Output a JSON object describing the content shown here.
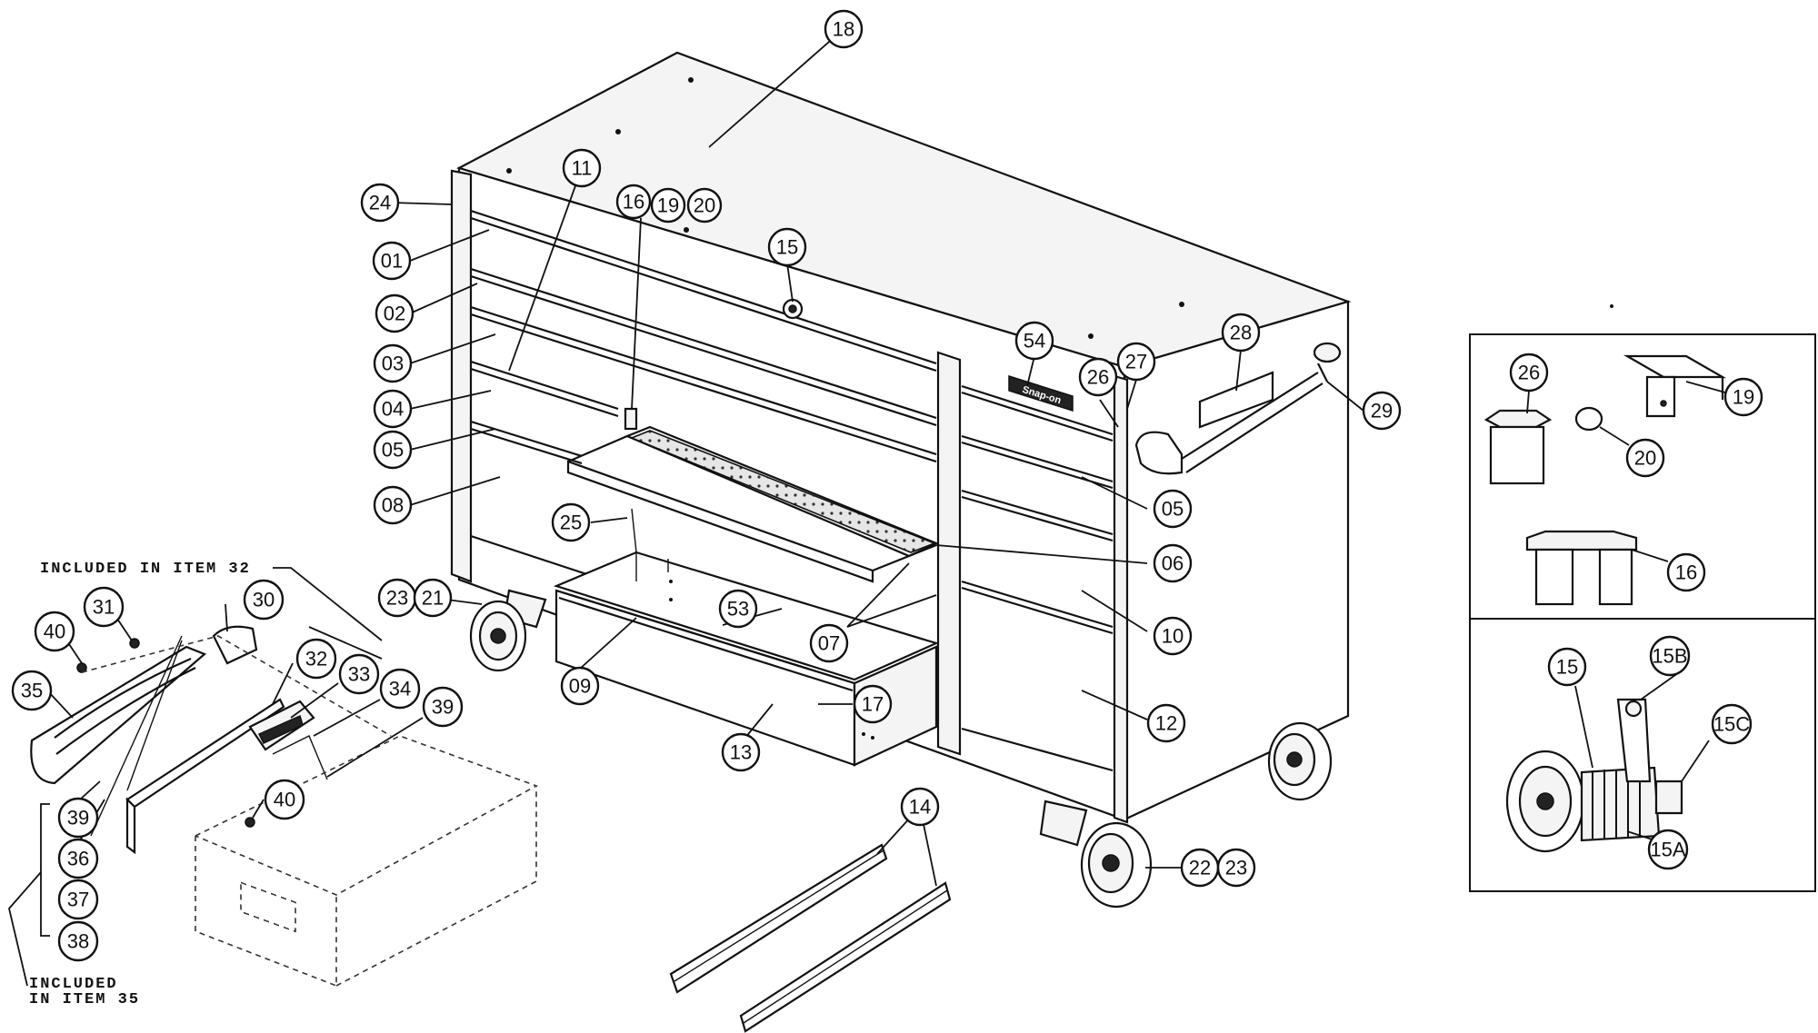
{
  "callouts": {
    "c18": "18",
    "c11": "11",
    "c24": "24",
    "c16": "16",
    "c19": "19",
    "c20": "20",
    "c01": "01",
    "c15": "15",
    "c02": "02",
    "c03": "03",
    "c04": "04",
    "c05": "05",
    "c08": "08",
    "c25": "25",
    "c23a": "23",
    "c21": "21",
    "c53": "53",
    "c09": "09",
    "c13": "13",
    "c17": "17",
    "c54": "54",
    "c26": "26",
    "c27": "27",
    "c28": "28",
    "c29": "29",
    "c05b": "05",
    "c06": "06",
    "c07": "07",
    "c10": "10",
    "c12": "12",
    "c14": "14",
    "c22": "22",
    "c23b": "23",
    "c31": "31",
    "c30": "30",
    "c40a": "40",
    "c35": "35",
    "c32": "32",
    "c33": "33",
    "c34": "34",
    "c39a": "39",
    "c40b": "40",
    "c39b": "39",
    "c36": "36",
    "c37": "37",
    "c38": "38",
    "d26": "26",
    "d19": "19",
    "d20": "20",
    "d16": "16",
    "e15": "15",
    "e15b": "15B",
    "e15c": "15C",
    "e15a": "15A"
  },
  "notes": {
    "included_32": "INCLUDED IN ITEM 32",
    "included_35_line1": "INCLUDED",
    "included_35_line2": "IN ITEM 35"
  },
  "brand_badge": "Snap-on"
}
